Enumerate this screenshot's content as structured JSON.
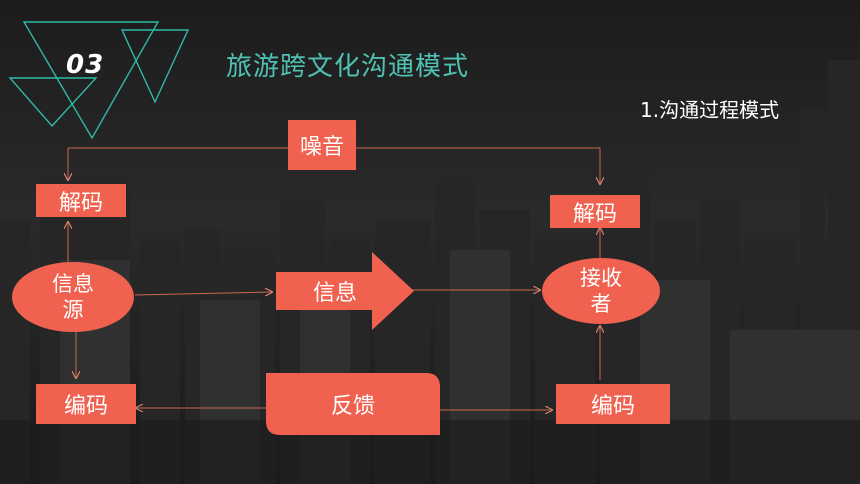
{
  "header": {
    "number": "03",
    "title": "旅游跨文化沟通模式",
    "subtitle": "1.沟通过程模式"
  },
  "diagram": {
    "noise": "噪音",
    "decode_left": "解码",
    "decode_right": "解码",
    "source": "信息\n源",
    "message": "信息",
    "receiver": "接收\n者",
    "encode_left": "编码",
    "encode_right": "编码",
    "feedback": "反馈"
  },
  "colors": {
    "accent": "#f0624f",
    "title": "#4ec1b4",
    "triangle": "#2fb9a8"
  }
}
